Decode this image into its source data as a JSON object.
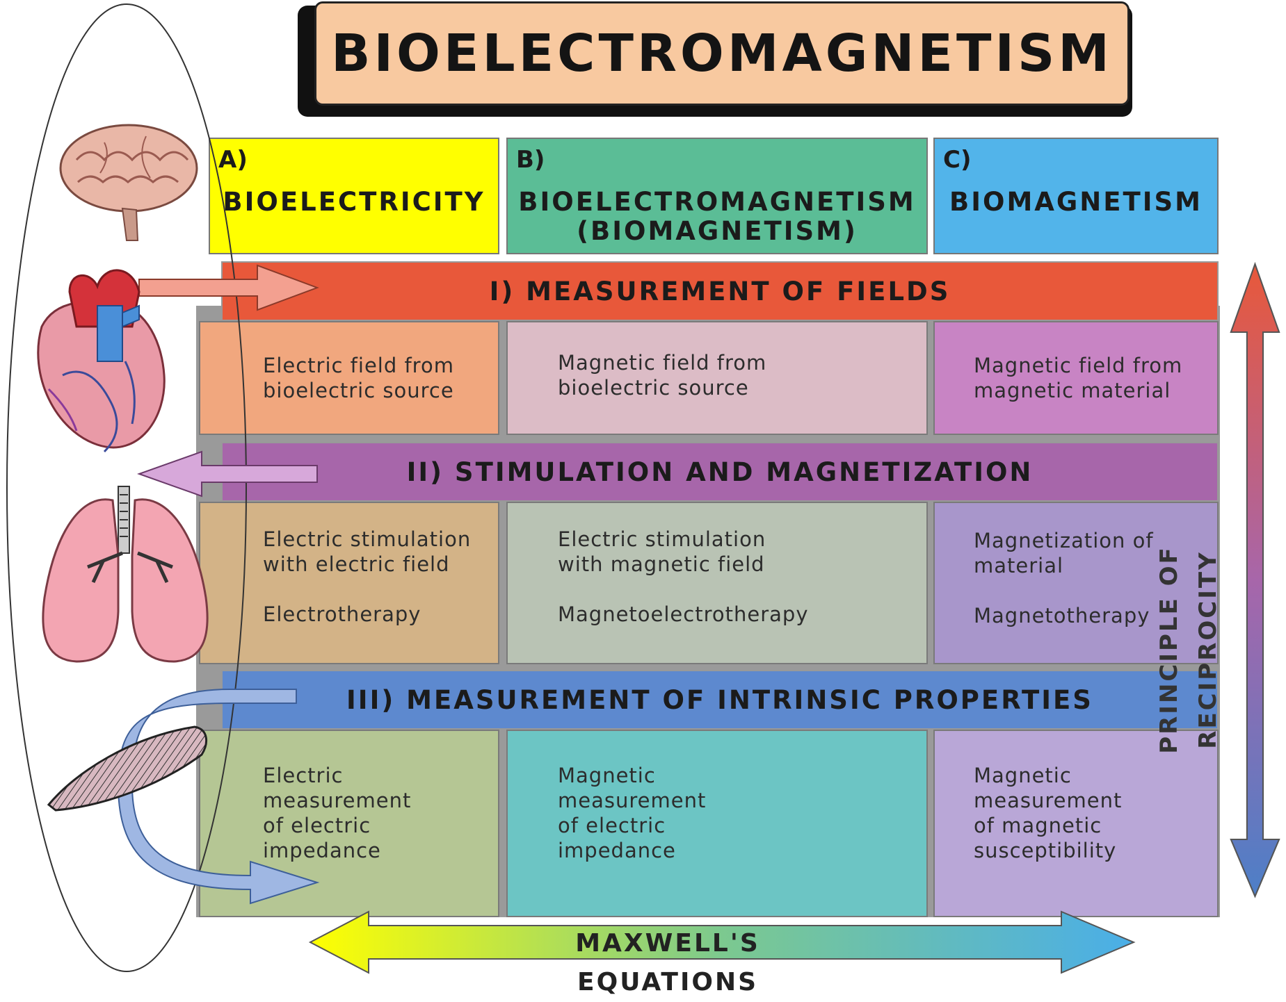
{
  "title": "BIOELECTROMAGNETISM",
  "columns": [
    {
      "letter": "A)",
      "name": "BIOELECTRICITY",
      "color": "#ffff00"
    },
    {
      "letter": "B)",
      "name": "BIOELECTROMAGNETISM\n(BIOMAGNETISM)",
      "color": "#5bbd96"
    },
    {
      "letter": "C)",
      "name": "BIOMAGNETISM",
      "color": "#52b4ea"
    }
  ],
  "rows": [
    {
      "label": "I) MEASUREMENT OF FIELDS",
      "color": "#e8583a",
      "cells": [
        {
          "text": "Electric field from\nbioelectric source",
          "color": "#f1a77e"
        },
        {
          "text": "Magnetic field from\nbioelectric source",
          "color": "#dcbcc6"
        },
        {
          "text": "Magnetic field from\nmagnetic material",
          "color": "#c884c4"
        }
      ]
    },
    {
      "label": "II) STIMULATION AND MAGNETIZATION",
      "color": "#a766aa",
      "cells": [
        {
          "text": "Electric stimulation\nwith electric field\n\nElectrotherapy",
          "color": "#d3b387"
        },
        {
          "text": "Electric stimulation\nwith magnetic field\n\nMagnetoelectrotherapy",
          "color": "#b9c3b4"
        },
        {
          "text": "Magnetization of\nmaterial\n\nMagnetotherapy",
          "color": "#a896cb"
        }
      ]
    },
    {
      "label": "III) MEASUREMENT OF INTRINSIC PROPERTIES",
      "color": "#5d89cf",
      "cells": [
        {
          "text": "Electric\nmeasurement\nof electric\nimpedance",
          "color": "#b5c694"
        },
        {
          "text": "Magnetic\nmeasurement\nof electric\nimpedance",
          "color": "#6cc5c4"
        },
        {
          "text": "Magnetic\nmeasurement\nof magnetic\nsusceptibility",
          "color": "#b9a7d7"
        }
      ]
    }
  ],
  "reciprocity_label": "PRINCIPLE OF RECIPROCITY",
  "maxwell_label": "MAXWELL'S EQUATIONS",
  "icons": [
    "brain-icon",
    "heart-icon",
    "lungs-icon",
    "muscle-icon"
  ]
}
